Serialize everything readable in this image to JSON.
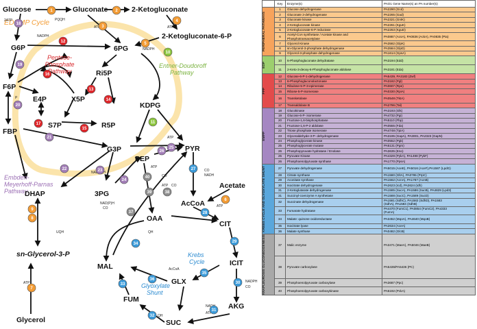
{
  "metabolites": {
    "glucose": "Glucose",
    "gluconate": "Gluconate",
    "ketogluconate": "2-Ketogluconate",
    "ketogluconate6p": "2-Ketogluconate-6-P",
    "g6p": "G6P",
    "pg6": "6PG",
    "ri5p": "Ri5P",
    "f6p": "F6P",
    "e4p": "E4P",
    "x5p": "X5P",
    "s7p": "S7P",
    "r5p": "R5P",
    "kdpg": "KDPG",
    "fbp": "FBP",
    "g3p": "G3P",
    "pyr": "PYR",
    "pep": "PEP",
    "acetate": "Acetate",
    "dhap": "DHAP",
    "pg3": "3PG",
    "acoa": "AcCoA",
    "oaa": "OAA",
    "cit": "CIT",
    "glycerol3p": "sn-Glycerol-3-P",
    "icit": "ICIT",
    "mal": "MAL",
    "glx": "GLX",
    "akg": "AKG",
    "fum": "FUM",
    "suc": "SUC",
    "glycerol": "Glycerol"
  },
  "cofactors": {
    "c_2atp": "2ATP",
    "c_pqqh2": "PQQH",
    "c_atp_glucon": "ATP",
    "c_atp_keto": "ATP",
    "c_nadph_g6p": "NADPH",
    "c_nadph_6pg": "NADPH",
    "c_pi": "P",
    "c_atp_pyr": "ATP",
    "c_nadph_g3p": "NAD(P)H",
    "c_atp_pep": "ATP",
    "c_co2_pep": "CO",
    "c_atp_co2": "ATP",
    "c_co2_b": "CO",
    "c_co2_acoa": "CO",
    "c_nadh_acoa": "NADH",
    "c_atp_acetate": "ATP",
    "c_nadph_3pg": "NAD(P)H",
    "c_co2_3pg": "CO",
    "c_uqh2_dhap": "UQH",
    "c_atp_glycerol": "ATP",
    "c_qh2_oaa": "QH",
    "c_acoa_glx": "AcCoA",
    "c_nadph_icit": "NADPH",
    "c_co2_icit": "CO",
    "c_nadh_akg": "NADH",
    "c_atp_akg": "ATP",
    "c_qh2_suc": "QH"
  },
  "pathway_labels": {
    "edemp": "EDEMP Cycle",
    "ppp1": "Pentose-",
    "ppp2": "Phosphate",
    "ppp3": "Pathway",
    "ed1": "Entner-Doudoroff",
    "ed2": "Pathway",
    "emp1": "Embden-",
    "emp2": "Meyerhoff-Parnas",
    "emp3": "Pathway",
    "krebs1": "Krebs",
    "krebs2": "Cycle",
    "glx1": "Glyoxylate",
    "glx2": "Shunt"
  },
  "colors": {
    "peripheral": "#f39c35",
    "edp": "#8dc63f",
    "ppp": "#e0262a",
    "emp": "#a27db7",
    "krebs": "#3a9ad9",
    "anaplerotic": "#8c8c8c",
    "edemp_glow": "#fbe3a6"
  },
  "table": {
    "header": {
      "key": "Key",
      "enzyme": "Enzyme(s)",
      "gene": "PAO1 Gene Name(s) an PA number(s)"
    },
    "groups": [
      {
        "name": "PERIPHERAL PATHWAYS",
        "row_bg": "#fbc98d",
        "label_bg": "#f7a35c",
        "rows": [
          {
            "key": "1",
            "enzyme": "Glucose dehydrogenase",
            "gene": "PA2290 (Gcd)"
          },
          {
            "key": "2",
            "enzyme": "Gluconate 2-dehydrogenase",
            "gene": "PA2265 (Gad)"
          },
          {
            "key": "3",
            "enzyme": "Gluconate kinase",
            "gene": "PA2321 (GntK)"
          },
          {
            "key": "4",
            "enzyme": "2-Ketogluconate kinase",
            "gene": "PA2261 (KguK)"
          },
          {
            "key": "5",
            "enzyme": "2-Ketogluconate-6-P reductase",
            "gene": "PA2263 (KguD)"
          },
          {
            "key": "6",
            "enzyme": "Acetyl-CoA synthetase / Acetate kinase and",
            "enzyme2": "Phosphotransacetylase",
            "gene": "PA0887 (AcsA), PA0836 (AckA), PA0835 (Pta)"
          },
          {
            "key": "7",
            "enzyme": "Glycerol Kinase",
            "gene": "PA3582 (GlpK)"
          },
          {
            "key": "8",
            "enzyme": "sn-Glycerol-3-phosphate dehydrogenase",
            "gene": "PA3584 (GlpD)"
          },
          {
            "key": "9",
            "enzyme": "Glycerol-3-phosphate dehydrogenase",
            "gene": "PA1614 (GpsA)"
          }
        ]
      },
      {
        "name": "EDP",
        "row_bg": "#c5e3a5",
        "label_bg": "#9ccf6e",
        "rows": [
          {
            "key": "10",
            "enzyme": "6-Phosphogluconate dehydratase",
            "gene": "PA3194 (Edd)",
            "tall": true
          },
          {
            "key": "11",
            "enzyme": "2-Keto-3-deoxy-6-Phosphogluconate aldolase",
            "gene": "PA3181 (Eda)",
            "tall": true
          }
        ]
      },
      {
        "name": "PPP",
        "row_bg": "#f08080",
        "label_bg": "#e34b4b",
        "rows": [
          {
            "key": "12",
            "enzyme": "Glucose-6-P-1-dehydrogenase",
            "gene": "PA5439, PA3183 (Zwf)"
          },
          {
            "key": "13",
            "enzyme": "6-Phosphogluconolactonase",
            "gene": "PA3182 (Pgl)"
          },
          {
            "key": "14",
            "enzyme": "Ribulose-5-P-3-epimerase",
            "gene": "PA0607 (Rpe)"
          },
          {
            "key": "15",
            "enzyme": "Ribose-5-P-isomerase",
            "gene": "PA0330 (RpiA)"
          },
          {
            "key": "16",
            "enzyme": "Transketolase",
            "gene": "PA0548 (TktA)",
            "tall": true
          },
          {
            "key": "17",
            "enzyme": "Transaldolase B",
            "gene": "PA2796 (Tal)"
          }
        ]
      },
      {
        "name": "EMPP",
        "row_bg": "#c6b2d6",
        "label_bg": "#a587c2",
        "rows": [
          {
            "key": "18",
            "enzyme": "Glucokinase",
            "gene": "PA3193 (Glk)"
          },
          {
            "key": "19",
            "enzyme": "Glucose-6-P- isomerase",
            "gene": "PA4732 (Pgi)"
          },
          {
            "key": "20",
            "enzyme": "Fructose-1,6-bisphosphatase",
            "gene": "PA5110 (Fbp)"
          },
          {
            "key": "21",
            "enzyme": "Fructose-1,6-P-2 aldolase",
            "gene": "PA0555 (Fda)"
          },
          {
            "key": "22",
            "enzyme": "Triose phosphate isomerase",
            "gene": "PA4748 (TpiA)"
          },
          {
            "key": "23",
            "enzyme": "Glyceraldehyde-3-P- dehydrogenase",
            "gene": "PA3195 (GapA), PA3001, PA2323 (GapN)"
          },
          {
            "key": "24",
            "enzyme": "Phosphoglycerate kinase",
            "gene": "PA0552 (Pgk)"
          },
          {
            "key": "25",
            "enzyme": "Phosphoglycerate mutase",
            "gene": "PA5131 (Pgm)"
          },
          {
            "key": "26",
            "enzyme": "Phosphopyruvate hydratase / Enolase",
            "gene": "PA3635 (Eno)"
          },
          {
            "key": "25",
            "enzyme": "Pyruvate Kinase",
            "gene": "PA4329 (PykA), PA1498 (PykF)"
          },
          {
            "key": "26",
            "enzyme": "Phosphoenolpyruvate synthase",
            "gene": "PA1770 (PpsA)"
          }
        ]
      },
      {
        "name": "KREBS CYCLE AND GLYOXYLATE SHUNT",
        "row_bg": "#a9cfee",
        "label_bg": "#5aa7dc",
        "rows": [
          {
            "key": "27",
            "enzyme": "Pyruvate dehydrogenase",
            "gene": "PA5015 (AceE), PA5016 (AceF),PA1587 (LpdG)",
            "tall": true
          },
          {
            "key": "28",
            "enzyme": "Citrate synthase",
            "gene": "PA1580 (GltA), PA0795 (PrpC)"
          },
          {
            "key": "29",
            "enzyme": "Aconitate synthase",
            "gene": "PA1562 (AcnA), PA1787 (AcnB)"
          },
          {
            "key": "30",
            "enzyme": "Isocitrate dehydrogenase",
            "gene": "PA2623 (Icd), PA2624 (Idh)"
          },
          {
            "key": "31",
            "enzyme": "2-Ketoglutarate dehydrogenase",
            "gene": "PA1585 (SucA), PA1586 (SucB), PA4829 (Lpd3)"
          },
          {
            "key": "31",
            "enzyme": "Succinyl-coenzyme A synthetase",
            "gene": "PA1588 (SucC), PA1589 (SucD)"
          },
          {
            "key": "32",
            "enzyme": "Succinate dehydrogenase",
            "gene": "PA1581 (SdhC), PA1582 (SdhD), PA1583",
            "gene2": "(SdhA), PA1584 (SdhB)"
          },
          {
            "key": "33",
            "enzyme": "Fumarate hydratase",
            "gene": "PA4470 (FumC1), PA0854 (FumC2), PA4333",
            "gene2": "(FumA)"
          },
          {
            "key": "34",
            "enzyme": "Malate: quinone oxidoreductase",
            "gene": "PA3452 (MqoA), PA4640 (MqoB)",
            "tall": true
          },
          {
            "key": "35",
            "enzyme": "Isocitrate lyase",
            "gene": "PA2634 (AceA)"
          },
          {
            "key": "36",
            "enzyme": "Malate synthase",
            "gene": "PA0482 (GlcB)"
          }
        ]
      },
      {
        "name": "ANAPLEUROSIS GLUCONEOGENESIS",
        "row_bg": "#d0d0d0",
        "label_bg": "#a8a8a8",
        "rows": [
          {
            "key": "37",
            "enzyme": "Malic enzyme",
            "gene": "PA3471 (MaeA), PA5046 (MaeB)",
            "xtall": true
          },
          {
            "key": "38",
            "enzyme": "Pyruvate carboxylase",
            "gene": "PA5435/PA5436 (PC)",
            "xtall": true
          },
          {
            "key": "39",
            "enzyme": "Phosphoenolpyruvate carboxylase",
            "gene": "PA3687 (Ppc)"
          },
          {
            "key": "40",
            "enzyme": "Phosphoenolpyruvate carboxykinase",
            "gene": "PA5192 (PckA)"
          }
        ]
      }
    ]
  }
}
